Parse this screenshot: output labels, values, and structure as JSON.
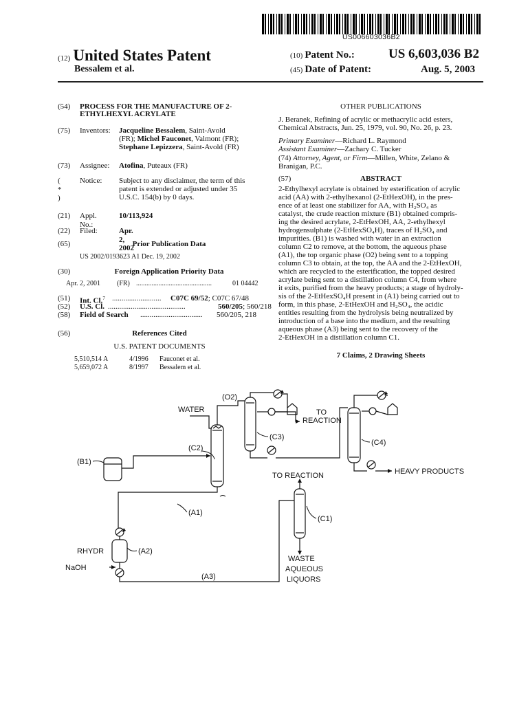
{
  "barcode_number": "US006603036B2",
  "header": {
    "code12": "(12)",
    "title": "United States Patent",
    "inventors_short": "Bessalem et al.",
    "code10": "(10)",
    "patent_no_label": "Patent No.:",
    "patent_no": "US 6,603,036 B2",
    "code45": "(45)",
    "date_label": "Date of Patent:",
    "date": "Aug. 5, 2003"
  },
  "left": {
    "title": {
      "code": "(54)",
      "line1": "PROCESS FOR THE MANUFACTURE OF 2-",
      "line2": "ETHYLHEXYL ACRYLATE"
    },
    "inventors": {
      "code": "(75)",
      "label": "Inventors:",
      "l1_name": "Jacqueline Bessalem",
      "l1_rest": ", Saint-Avold",
      "l2_pre": "(FR); ",
      "l2_name": "Michel Fauconet",
      "l2_rest": ", Valmont (FR);",
      "l3_name": "Stephane Lepizzera",
      "l3_rest": ", Saint-Avold (FR)"
    },
    "assignee": {
      "code": "(73)",
      "label": "Assignee:",
      "name": "Atofina",
      "rest": ", Puteaux (FR)"
    },
    "notice": {
      "code": "( * )",
      "label": "Notice:",
      "l1": "Subject to any disclaimer, the term of this",
      "l2": "patent is extended or adjusted under 35",
      "l3": "U.S.C. 154(b) by 0 days."
    },
    "appl": {
      "code": "(21)",
      "label": "Appl. No.:",
      "value": "10/113,924"
    },
    "filed": {
      "code": "(22)",
      "label": "Filed:",
      "value": "Apr. 2, 2002"
    },
    "prior_pub": {
      "code": "(65)",
      "heading": "Prior Publication Data",
      "line": "US 2002/0193623 A1 Dec. 19, 2002"
    },
    "foreign": {
      "code": "(30)",
      "heading": "Foreign Application Priority Data",
      "date": "Apr. 2, 2001",
      "country": "(FR)",
      "dots": "............................................",
      "number": "01 04442"
    },
    "int_cl": {
      "code": "(51)",
      "label": "Int. Cl.",
      "sup": "7",
      "dots": "..........................",
      "value_b": "C07C 69/52",
      "value_rest": "; C07C 67/48"
    },
    "us_cl": {
      "code": "(52)",
      "label": "U.S. Cl.",
      "dots": ".........................................",
      "value_b": "560/205",
      "value_rest": "; 560/218"
    },
    "field": {
      "code": "(58)",
      "label": "Field of Search",
      "dots": ".................................",
      "value": "560/205, 218"
    },
    "refs": {
      "code": "(56)",
      "heading": "References Cited",
      "sub": "U.S. PATENT DOCUMENTS",
      "items": [
        {
          "num": "5,510,514 A",
          "date": "4/1996",
          "who": "Fauconet et al."
        },
        {
          "num": "5,659,072 A",
          "date": "8/1997",
          "who": "Bessalem et al."
        }
      ]
    }
  },
  "right": {
    "other_pub_heading": "OTHER PUBLICATIONS",
    "other_pub_l1": "J. Beranek, Refining of acrylic or methacrylic acid esters,",
    "other_pub_l2": "Chemical Abstracts, Jun. 25, 1979, vol. 90, No. 26, p. 23.",
    "primary_label": "Primary Examiner",
    "primary_name": "—Richard L. Raymond",
    "assistant_label": "Assistant Examiner",
    "assistant_name": "—Zachary C. Tucker",
    "attorney_code": "(74)",
    "attorney_label": "Attorney, Agent, or Firm",
    "attorney_l1": "—Millen, White, Zelano &",
    "attorney_l2": "Branigan, P.C.",
    "abstract_code": "(57)",
    "abstract_heading": "ABSTRACT",
    "abstract_lines": [
      "2-Ethylhexyl acrylate is obtained by esterification of acrylic",
      "acid (AA) with 2-ethylhexanol (2-EtHexOH), in the pres-",
      "ence of at least one stabilizer for AA, with H₂SO₄ as",
      "catalyst, the crude reaction mixture (B1) obtained compris-",
      "ing the desired acrylate, 2-EtHexOH, AA, 2-ethylhexyl",
      "hydrogensulphate (2-EtHexSO₄H), traces of H₂SO₄ and",
      "impurities. (B1) is washed with water in an extraction",
      "column C2 to remove, at the bottom, the aqueous phase",
      "(A1), the top organic phase (O2) being sent to a topping",
      "column C3 to obtain, at the top, the AA and the 2-EtHexOH,",
      "which are recycled to the esterification, the topped desired",
      "acrylate being sent to a distillation column C4, from where",
      "it exits, purified from the heavy products; a stage of hydroly-",
      "sis of the 2-EtHexSO₄H present in (A1) being carried out to",
      "form, in this phase, 2-EtHexOH and H₂SO₄, the acidic",
      "entities resulting from the hydrolysis being neutralized by",
      "introduction of a base into the medium, and the resulting",
      "aqueous phase (A3) being sent to the recovery of the",
      "2-EtHexOH in a distillation column C1."
    ],
    "claims": "7 Claims, 2 Drawing Sheets"
  },
  "diagram": {
    "labels": {
      "o2": "(O2)",
      "water": "WATER",
      "to_reaction_1": "TO",
      "to_reaction_2": "REACTION",
      "c3": "(C3)",
      "c4": "(C4)",
      "c2": "(C2)",
      "b1": "(B1)",
      "heavy": "HEAVY PRODUCTS",
      "to_reaction_mid": "TO REACTION",
      "a1": "(A1)",
      "c1": "(C1)",
      "rhydr": "RHYDR",
      "a2": "(A2)",
      "naoh": "NaOH",
      "a3": "(A3)",
      "waste1": "WASTE",
      "waste2": "AQUEOUS",
      "waste3": "LIQUORS"
    }
  }
}
